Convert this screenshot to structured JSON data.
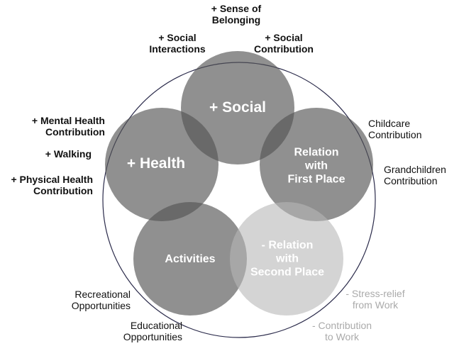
{
  "circles": {
    "social": "+ Social",
    "health": "+ Health",
    "first_place": [
      "Relation",
      "with",
      "First Place"
    ],
    "activities": "Activities",
    "second_place": [
      "- Relation",
      "with",
      "Second Place"
    ]
  },
  "labels": {
    "belonging": [
      "+ Sense of",
      "Belonging"
    ],
    "social_interactions": [
      "+ Social",
      "Interactions"
    ],
    "social_contribution": [
      "+ Social",
      "Contribution"
    ],
    "mental_health": [
      "+ Mental Health",
      "Contribution"
    ],
    "walking": "+ Walking",
    "physical_health": [
      "+ Physical Health",
      "Contribution"
    ],
    "childcare": [
      "Childcare",
      "Contribution"
    ],
    "grandchildren": [
      "Grandchildren",
      "Contribution"
    ],
    "recreational": [
      "Recreational",
      "Opportunities"
    ],
    "educational": [
      "Educational",
      "Opportunities"
    ],
    "stress_relief": [
      "- Stress-relief",
      "from Work"
    ],
    "contribution_work": [
      "- Contribution",
      "to Work"
    ]
  },
  "colors": {
    "circle": "#555555",
    "circle_light": "#bdbdbd",
    "outline": "#2a2a4a"
  }
}
